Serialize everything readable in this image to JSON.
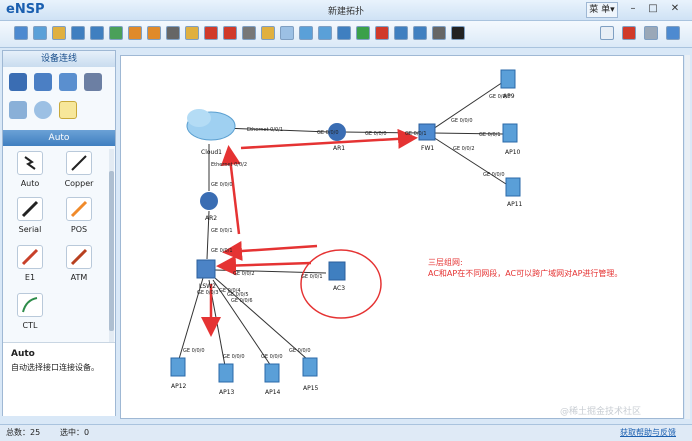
{
  "app": {
    "logo": "eNSP",
    "window_title": "新建拓扑",
    "menu_label": "菜 单▾"
  },
  "window_controls": [
    "–",
    "□",
    "✕"
  ],
  "toolbar": {
    "icons": [
      "new-topo-icon",
      "new-page-icon",
      "open-icon",
      "save-icon",
      "save-as-icon",
      "print-icon",
      "undo-icon",
      "redo-icon",
      "select-icon",
      "hand-icon",
      "delete-icon",
      "delete-link-icon",
      "text-icon",
      "rectangle-icon",
      "ellipse-icon",
      "zoom-icon",
      "fit-icon",
      "palette-icon",
      "start-icon",
      "stop-icon",
      "capture-icon",
      "topo-icon",
      "console-icon",
      "settings-icon"
    ]
  },
  "toolbar_right": [
    "message-icon",
    "huawei-icon",
    "gear-icon",
    "help-icon"
  ],
  "left_panel": {
    "header": "设备连线",
    "category_header": "Auto",
    "cables": [
      "Auto",
      "Copper",
      "Serial",
      "POS",
      "E1",
      "ATM",
      "CTL"
    ],
    "desc_title": "Auto",
    "desc_text": "自动选择接口连接设备。"
  },
  "topology": {
    "nodes": {
      "cloud": "Cloud1",
      "ar1": "AR1",
      "ar2": "AR2",
      "fw1": "FW1",
      "lsw": "LSW2",
      "ac3": "AC3",
      "ap10": "AP10",
      "ap11": "AP11",
      "ap_top": "AP9",
      "ap12": "AP12",
      "ap13": "AP13",
      "ap14": "AP14",
      "ap15": "AP15"
    },
    "ports": {
      "cloud_eth1": "Ethernet 0/0/1",
      "ar1_ge00": "GE 0/0/0",
      "ar1_ge01": "GE 0/0/0",
      "fw_ge01": "GE 0/0/1",
      "fw_ge00": "GE 0/0/0",
      "fw_ge002": "GE 0/0/2",
      "ap_top_ge": "GE 0/0/0",
      "ap10_ge": "GE 0/0/1",
      "ap11_ge": "GE 0/0/0",
      "cloud_eth2": "Ethernet 0/0/2",
      "ar2_ge0": "GE 0/0/0",
      "ar2_ge1": "GE 0/0/1",
      "lsw_ge1": "GE 0/0/1",
      "lsw_ge2": "GE 0/0/2",
      "ac_ge1": "GE 0/0/1",
      "lsw_ge3": "GE 0/0/3",
      "lsw_ge4": "GE 0/0/4",
      "lsw_ge5": "GE 0/0/5",
      "lsw_ge6": "GE 0/0/6",
      "ap12_ge": "GE 0/0/0",
      "ap13_ge": "GE 0/0/0",
      "ap14_ge": "GE 0/0/0",
      "ap15_ge": "GE 0/0/0"
    },
    "note_line1": "三层组网:",
    "note_line2": "AC和AP在不同网段，AC可以跨广域网对AP进行管理。"
  },
  "status": {
    "total": "总数：25",
    "selected": "选中：0",
    "help": "获取帮助与反馈"
  },
  "watermark": "@稀土掘金技术社区",
  "colors": {
    "accent": "#3f7fc0",
    "link_red": "#e53333",
    "router": "#3a6db3"
  }
}
